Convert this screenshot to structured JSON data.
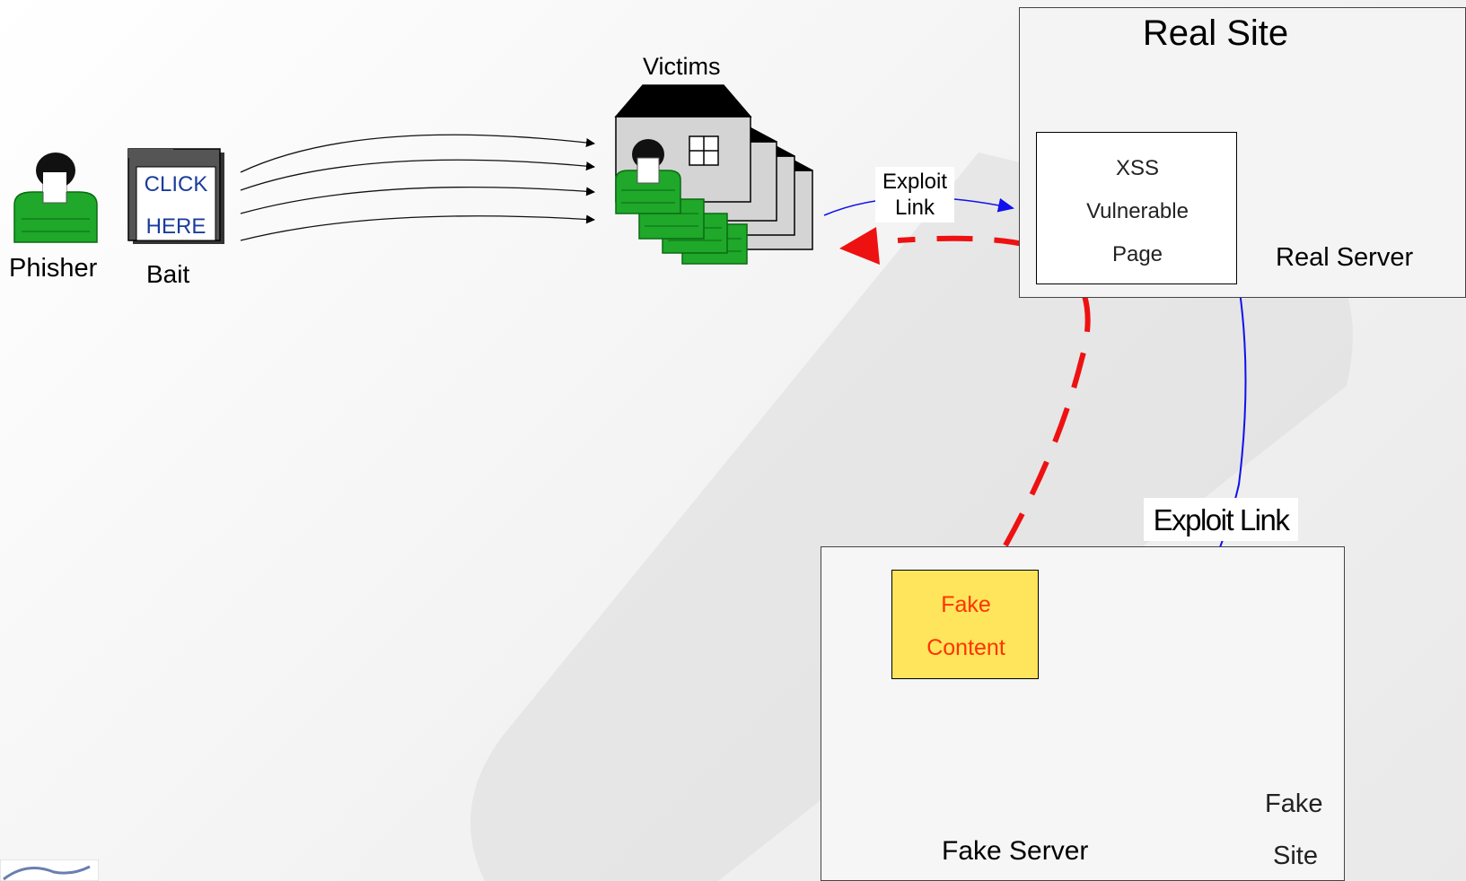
{
  "phisher": {
    "label": "Phisher"
  },
  "bait": {
    "label": "Bait",
    "line1": "CLICK",
    "line2": "HERE"
  },
  "victims": {
    "label": "Victims"
  },
  "exploit_link_small": {
    "line1": "Exploit",
    "line2": "Link"
  },
  "real_site": {
    "title": "Real Site",
    "page_lines": [
      "XSS",
      "Vulnerable",
      "Page"
    ],
    "server_label": "Real Server"
  },
  "exploit_link_large": "Exploit Link",
  "fake_site": {
    "content_lines": [
      "Fake",
      "Content"
    ],
    "server_label": "Fake Server",
    "site_lines": [
      "Fake",
      "Site"
    ]
  },
  "colors": {
    "figure_green": "#1fa82a",
    "link_blue": "#1010ee",
    "attack_red": "#ee1111",
    "fake_content_bg": "#ffe55c",
    "fake_content_text": "#ff3300",
    "click_text": "#1a3c9c"
  }
}
